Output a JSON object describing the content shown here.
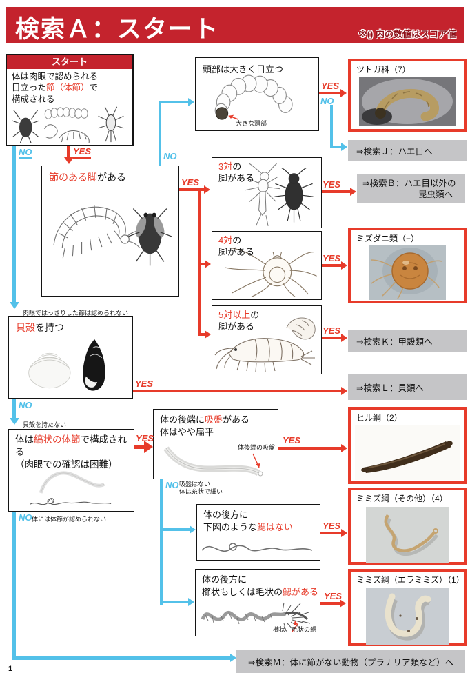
{
  "page": {
    "number": "1"
  },
  "header": {
    "title": "検索Ａ：スタート",
    "note": "※() 内の数値はスコア値"
  },
  "labels": {
    "yes": "YES",
    "no": "NO"
  },
  "start": {
    "header": "スタート",
    "line1": "体は肉眼で認められる",
    "line2_pre": "目立った",
    "line2_red": "節（体節）",
    "line2_post": "で",
    "line3": "構成される"
  },
  "head_box": {
    "title": "頭部は大きく目立つ",
    "annotation": "大きな頭部"
  },
  "jointed_box": {
    "red": "節のある脚",
    "black": "がある"
  },
  "legs3_box": {
    "red": "3対",
    "post": "の",
    "line2": "脚がある"
  },
  "legs4_box": {
    "red": "4対",
    "post": "の",
    "line2": "脚がある"
  },
  "legs5_box": {
    "red": "5対以上",
    "post": "の",
    "line2": "脚がある"
  },
  "shell_box": {
    "note_above": "肉眼ではっきりした節は認められない",
    "red": "貝殻",
    "black": "を持つ"
  },
  "striped_box": {
    "note_above": "貝殻を持たない",
    "line1_pre": "体は",
    "line1_red": "縞状の体節",
    "line1_post": "で構成される",
    "line2": "（肉眼での確認は困難）",
    "note_below": "体には体節が認められない"
  },
  "sucker_box": {
    "line1_pre": "体の後端に",
    "line1_red": "吸盤",
    "line1_post": "がある",
    "line2": "体はやや扁平",
    "annotation": "体後端の吸盤",
    "no_note1": "吸盤はない",
    "no_note2": "体は糸状で細い"
  },
  "nogills_box": {
    "line1": "体の後方に",
    "line2_pre": "下図のような",
    "line2_red": "鰓はない"
  },
  "gills_box": {
    "line1": "体の後方に",
    "line2_pre": "櫛状もしくは毛状の",
    "line2_red": "鰓がある",
    "annotation": "櫛状、毛状の鰓"
  },
  "results": {
    "tsutoga": "ツトガ科（7）",
    "mizudani": "ミズダニ類（−）",
    "hiru": "ヒル綱（2）",
    "mimizu_other": "ミミズ綱（その他）（4）",
    "mimizu_era": "ミミズ綱（エラミミズ）（1）"
  },
  "refs": {
    "j": "⇒検索Ｊ：ハエ目へ",
    "b_line1": "⇒検索Ｂ：ハエ目以外の",
    "b_line2": "昆虫類へ",
    "k": "⇒検索Ｋ：甲殻類へ",
    "l": "⇒検索Ｌ：貝類へ",
    "m": "⇒検索Ｍ：体に節がない動物（プラナリア類など）へ"
  },
  "colors": {
    "banner_red": "#c4232d",
    "accent_red": "#e73b2a",
    "flow_blue": "#53c1e9",
    "gray_box": "#c5c5c7"
  }
}
